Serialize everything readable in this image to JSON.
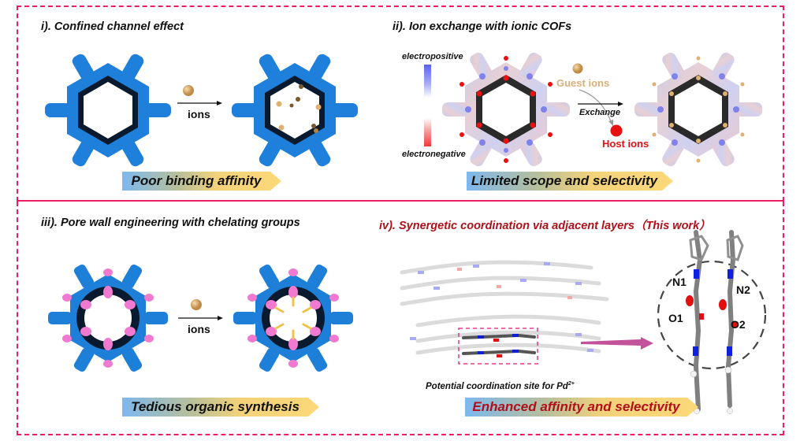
{
  "panels": [
    {
      "id": "i",
      "title": "i). Confined channel effect",
      "arrow_label": "ions",
      "banner": "Poor binding affinity"
    },
    {
      "id": "ii",
      "title": "ii). Ion exchange with ionic COFs",
      "colorbar_top": "electropositive",
      "colorbar_bottom": "electronegative",
      "guest_label": "Guest ions",
      "arrow_label": "Exchange",
      "host_label": "Host ions",
      "banner": "Limited scope and selectivity"
    },
    {
      "id": "iii",
      "title": "iii). Pore wall engineering with chelating groups",
      "arrow_label": "ions",
      "banner": "Tedious organic synthesis"
    },
    {
      "id": "iv",
      "title": "iv). Synergetic coordination via adjacent layers（This work）",
      "site_caption": "Potential coordination site for Pd",
      "site_caption_sup": "2+",
      "atom_labels": [
        "N1",
        "N2",
        "O1",
        "O2"
      ],
      "banner": "Enhanced affinity and selectivity"
    }
  ],
  "colors": {
    "frame": "#ec1e63",
    "cof_blue": "#1e7fd8",
    "chelate_pink": "#f07ad0",
    "ion_gold": "#d9a863",
    "host_red": "#e81010",
    "title_red": "#b0101a",
    "guest_label": "#d9b07a",
    "host_label": "#e81010"
  }
}
